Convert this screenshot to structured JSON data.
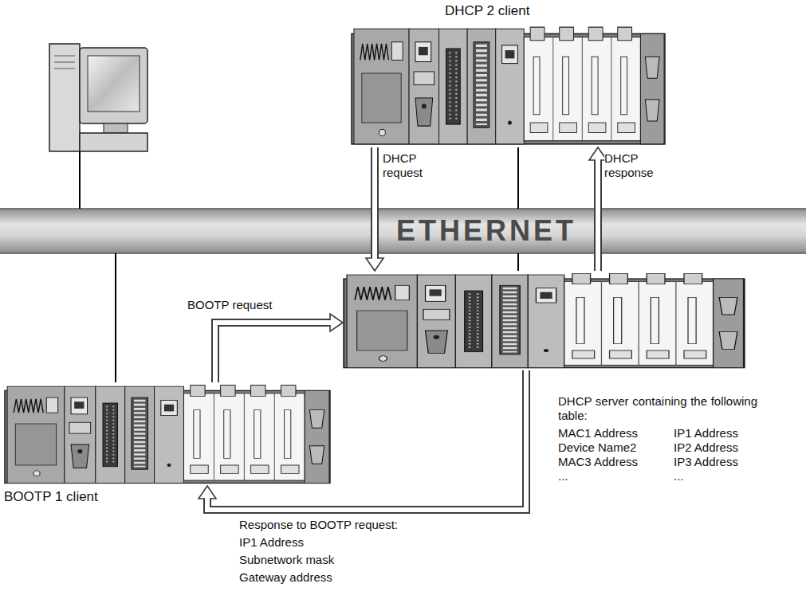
{
  "diagram": {
    "nodes": [
      {
        "text": [
          "DHCP 2 client"
        ]
      },
      {
        "text": [
          "ETHERNET"
        ]
      },
      {
        "text": [
          "DHCP server containing the following table:"
        ]
      },
      {
        "text": [
          "BOOTP 1 client"
        ]
      }
    ],
    "edges": [
      {
        "from": 0,
        "to": 2,
        "arrow": "to",
        "label": "DHCP request"
      },
      {
        "from": 2,
        "to": 0,
        "arrow": "to",
        "label": "DHCP response"
      },
      {
        "from": 3,
        "to": 2,
        "arrow": "to",
        "label": "BOOTP request"
      },
      {
        "from": 2,
        "to": 3,
        "arrow": "to"
      },
      {
        "from": 0,
        "to": 1,
        "arrow": "none"
      },
      {
        "from": 1,
        "to": 2,
        "arrow": "none"
      },
      {
        "from": 1,
        "to": 3,
        "arrow": "none"
      }
    ],
    "labels": [
      "MAC1 Address",
      "IP1 Address",
      "Device Name2",
      "IP2 Address",
      "MAC3 Address",
      "IP3 Address",
      "...",
      "...",
      "Response to BOOTP request:",
      "IP1 Address",
      "Subnetwork mask",
      "Gateway address"
    ]
  }
}
